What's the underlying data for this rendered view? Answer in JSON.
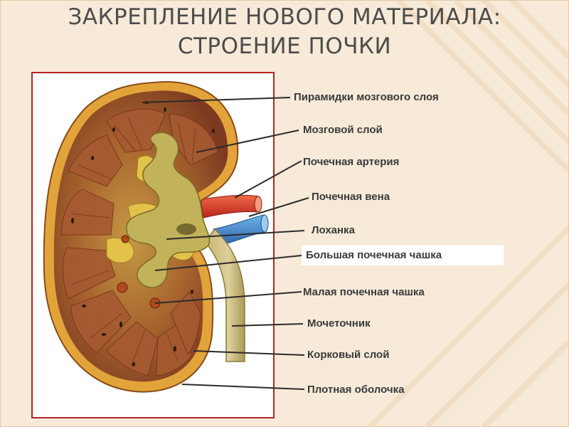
{
  "slide": {
    "title_line1": "ЗАКРЕПЛЕНИЕ  НОВОГО МАТЕРИАЛА:",
    "title_line2": "СТРОЕНИЕ ПОЧКИ"
  },
  "labels": [
    {
      "id": "pyramids",
      "text": "Пирамидки мозгового слоя"
    },
    {
      "id": "medulla",
      "text": "Мозговой слой"
    },
    {
      "id": "artery",
      "text": "Почечная артерия"
    },
    {
      "id": "vein",
      "text": "Почечная вена"
    },
    {
      "id": "pelvis",
      "text": "Лоханка"
    },
    {
      "id": "major-calyx",
      "text": "Большая почечная чашка"
    },
    {
      "id": "minor-calyx",
      "text": "Малая почечная чашка"
    },
    {
      "id": "ureter",
      "text": "Мочеточник"
    },
    {
      "id": "cortex",
      "text": "Корковый слой"
    },
    {
      "id": "capsule",
      "text": "Плотная оболочка"
    }
  ],
  "colors": {
    "frame_border": "#b32424",
    "title": "#4c4c4c",
    "capsule": "#d9962f",
    "cortex": "#9a4a26",
    "medulla": "#b98a3a",
    "pelvis": "#c9b55a",
    "artery": "#d8382a",
    "vein": "#3a7fc4"
  }
}
